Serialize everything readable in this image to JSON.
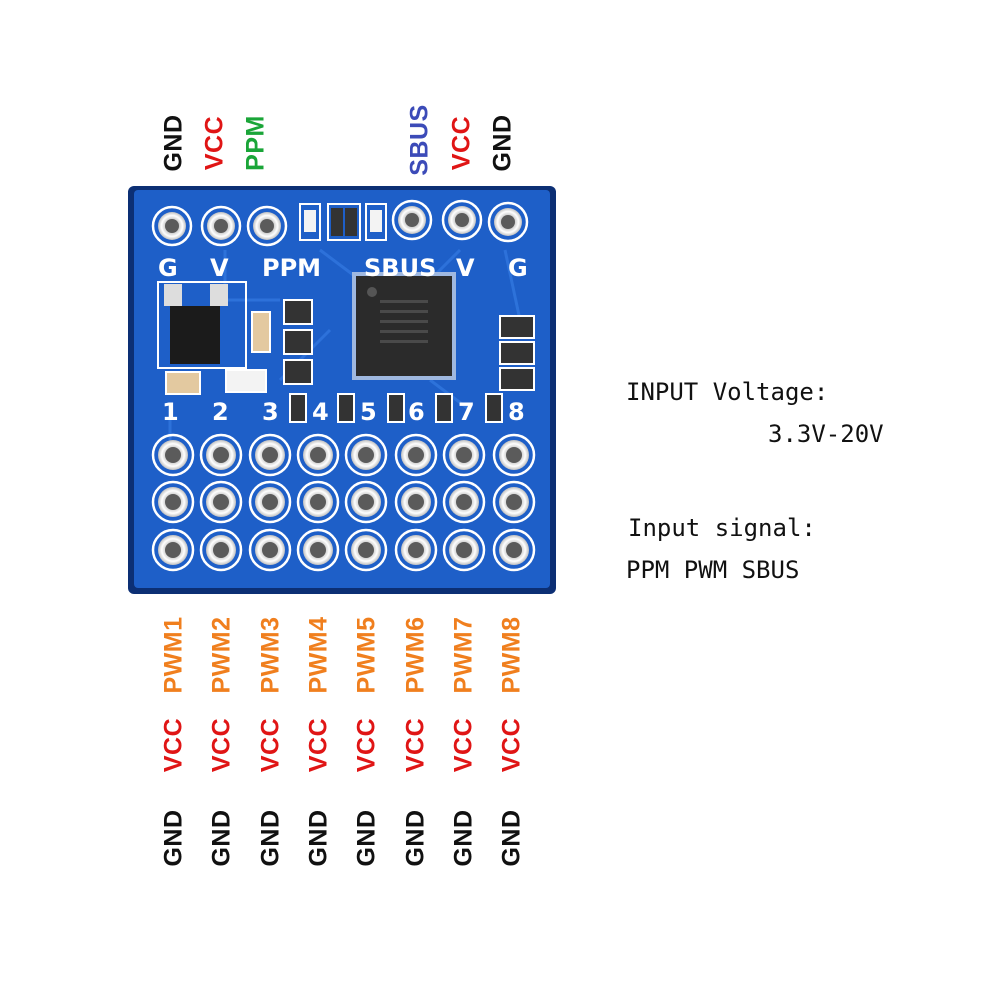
{
  "top_labels": {
    "left": [
      "GND",
      "VCC",
      "PPM"
    ],
    "right": [
      "SBUS",
      "VCC",
      "GND"
    ]
  },
  "bottom_labels": {
    "pwm": [
      "PWM1",
      "PWM2",
      "PWM3",
      "PWM4",
      "PWM5",
      "PWM6",
      "PWM7",
      "PWM8"
    ],
    "vcc": [
      "VCC",
      "VCC",
      "VCC",
      "VCC",
      "VCC",
      "VCC",
      "VCC",
      "VCC"
    ],
    "gnd": [
      "GND",
      "GND",
      "GND",
      "GND",
      "GND",
      "GND",
      "GND",
      "GND"
    ]
  },
  "board_silk": {
    "g_left": "G",
    "v_left": "V",
    "ppm": "PPM",
    "sbus": "SBUS",
    "v_right": "V",
    "g_right": "G",
    "channels": [
      "1",
      "2",
      "3",
      "4",
      "5",
      "6",
      "7",
      "8"
    ]
  },
  "info": {
    "input_voltage_label": "INPUT Voltage:",
    "input_voltage_value": "3.3V-20V",
    "input_signal_label": "Input signal:",
    "input_signal_value": "PPM PWM  SBUS"
  },
  "colors": {
    "board_blue": "#1e5fc8",
    "gnd": "#111111",
    "vcc": "#e01515",
    "ppm": "#1aa538",
    "sbus": "#3c4bb8",
    "pwm": "#f07f1e"
  }
}
